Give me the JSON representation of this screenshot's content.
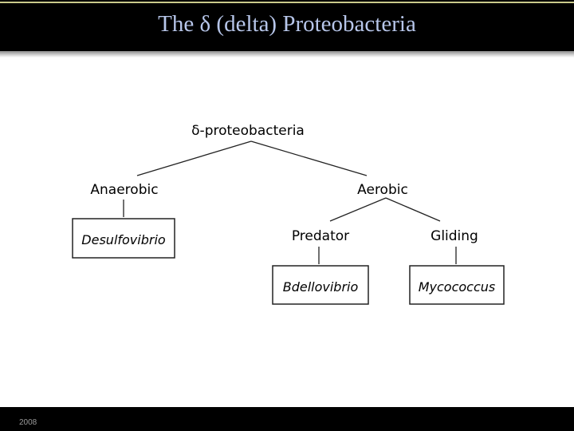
{
  "slide": {
    "title": "The δ (delta) Proteobacteria",
    "footer_year": "2008"
  },
  "tree": {
    "root": "δ-proteobacteria",
    "branches": [
      {
        "label": "Anaerobic",
        "leaf": "Desulfovibrio"
      },
      {
        "label": "Aerobic",
        "children": [
          {
            "label": "Predator",
            "leaf": "Bdellovibrio"
          },
          {
            "label": "Gliding",
            "leaf": "Mycococcus"
          }
        ]
      }
    ]
  },
  "colors": {
    "title_text": "#b7c6ea",
    "bars": "#000000",
    "accent_line": "#c9c98a"
  }
}
